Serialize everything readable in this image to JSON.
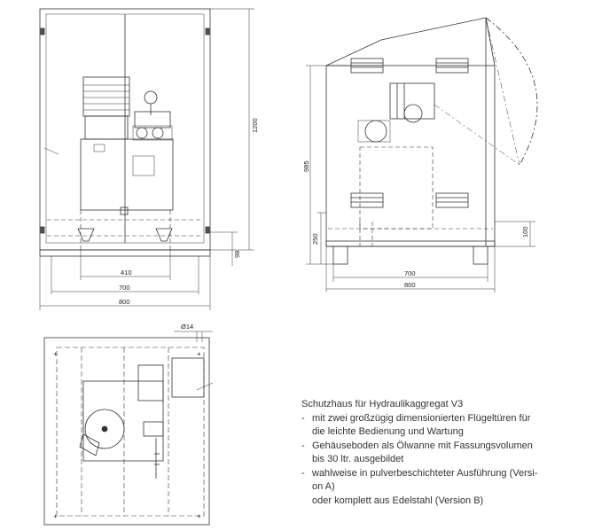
{
  "caption": {
    "title": "Schutzhaus für Hydraulikaggregat  V3",
    "items": [
      {
        "lines": [
          "mit zwei großzügig dimensionierten Flügeltüren für",
          "die leichte Bedienung und Wartung"
        ]
      },
      {
        "lines": [
          "Gehäuseboden als Ölwanne mit Fassungsvolumen",
          "bis 30 ltr. ausgebildet"
        ]
      },
      {
        "lines": [
          "wahlweise in pulverbeschichteter Ausführung (Versi-",
          "on A)",
          "oder komplett aus Edelstahl (Version B)"
        ]
      }
    ],
    "bullet": "-"
  },
  "front_view": {
    "dim_height": "1200",
    "dim_base": "98",
    "dim_inner": "410",
    "dim_mid": "700",
    "dim_total": "800"
  },
  "side_view": {
    "dim_height": "985",
    "dim_floor": "250",
    "dim_leg": "100",
    "dim_mid": "700",
    "dim_total": "800"
  },
  "top_view": {
    "dim_hole": "Ø14"
  }
}
